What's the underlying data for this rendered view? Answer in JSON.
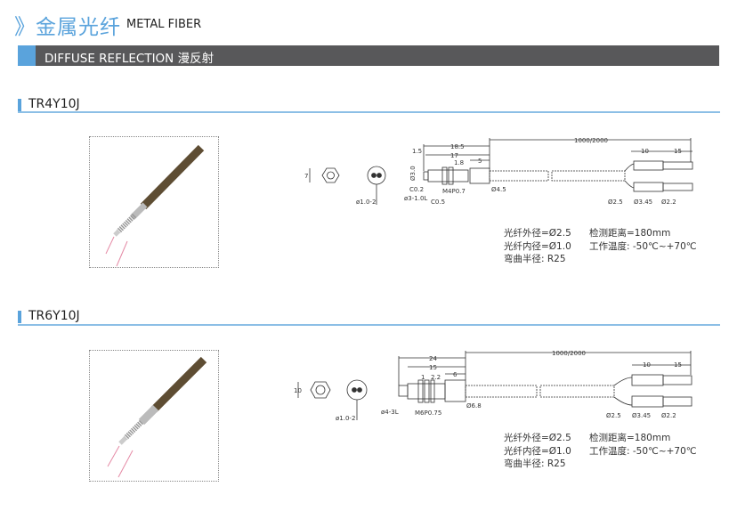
{
  "header": {
    "chevron": "》",
    "title_cn": "金属光纤",
    "title_en": "METAL FIBER"
  },
  "band": {
    "label": "DIFFUSE REFLECTION 漫反射"
  },
  "products": [
    {
      "model": "TR4Y10J",
      "dims": {
        "total": "1000/2000",
        "d1": "18.5",
        "d2": "17",
        "d3": "1.5",
        "d4": "1.8",
        "d5": "5",
        "d6": "10",
        "d7": "15",
        "hex": "7",
        "face": "ø1.0-2",
        "tipdia": "Ø3.0",
        "c1": "C0.2",
        "tip": "ø3-1.0L",
        "c2": "C0.5",
        "thread": "M4P0.7",
        "sleeve": "Ø4.5",
        "cable": "Ø2.5",
        "tube": "Ø3.45",
        "pin": "Ø2.2"
      },
      "specs": {
        "outer": "光纤外径=Ø2.5",
        "inner": "光纤内径=Ø1.0",
        "bend": "弯曲半径:  R25",
        "distance": "检测距离=180mm",
        "temp": "工作温度:  -50℃~+70℃"
      }
    },
    {
      "model": "TR6Y10J",
      "dims": {
        "total": "1000/2000",
        "d1": "24",
        "d2": "15",
        "d3": "1",
        "d4": "2.2",
        "d5": "6",
        "d6": "10",
        "d7": "15",
        "hex": "10",
        "face": "ø1.0-2",
        "tip": "ø4-3L",
        "thread": "M6P0.75",
        "sleeve": "Ø6.8",
        "cable": "Ø2.5",
        "tube": "Ø3.45",
        "pin": "Ø2.2"
      },
      "specs": {
        "outer": "光纤外径=Ø2.5",
        "inner": "光纤内径=Ø1.0",
        "bend": "弯曲半径:  R25",
        "distance": "检测距离=180mm",
        "temp": "工作温度:  -50℃~+70℃"
      }
    }
  ],
  "colors": {
    "accent": "#5aa3dc",
    "band": "#58585a",
    "fiber": "#6b5a3e"
  }
}
